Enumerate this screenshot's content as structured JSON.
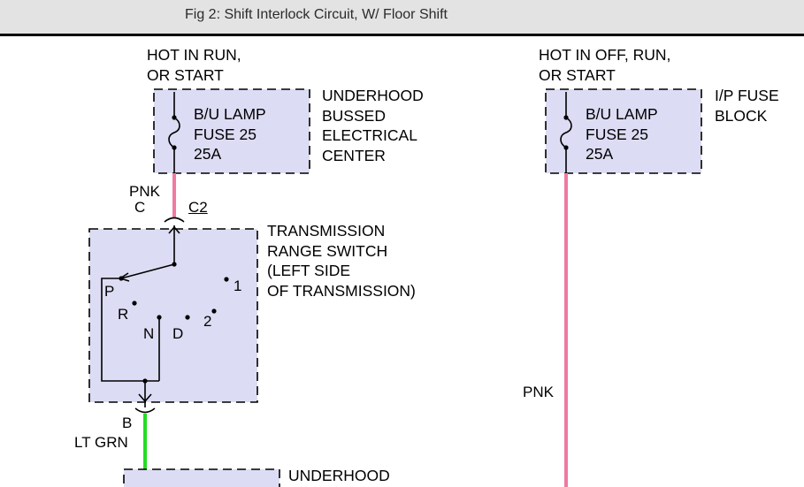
{
  "header": {
    "title": "Fig 2: Shift Interlock Circuit, W/ Floor Shift"
  },
  "colors": {
    "box_fill": "#dcdcf4",
    "pnk_wire": "#f07aa0",
    "lt_grn_wire": "#22dd22",
    "header_bg": "#e3e3e3"
  },
  "left_fuse": {
    "power_label": "HOT IN RUN,\nOR START",
    "fuse_text": "B/U LAMP\nFUSE 25\n25A",
    "location_label": "UNDERHOOD\nBUSSED\nELECTRICAL\nCENTER"
  },
  "right_fuse": {
    "power_label": "HOT IN OFF, RUN,\nOR START",
    "fuse_text": "B/U LAMP\nFUSE 25\n25A",
    "location_label": "I/P FUSE\nBLOCK"
  },
  "wire_top": {
    "color_label": "PNK",
    "pin_label": "C",
    "connector_label": "C2"
  },
  "trs": {
    "label": "TRANSMISSION\nRANGE SWITCH\n(LEFT SIDE\nOF TRANSMISSION)",
    "positions": {
      "p": "P",
      "r": "R",
      "n": "N",
      "d": "D",
      "two": "2",
      "one": "1"
    }
  },
  "wire_bottom": {
    "pin_label": "B",
    "color_label": "LT GRN"
  },
  "right_wire": {
    "color_label": "PNK"
  },
  "bottom_box": {
    "label": "UNDERHOOD"
  }
}
